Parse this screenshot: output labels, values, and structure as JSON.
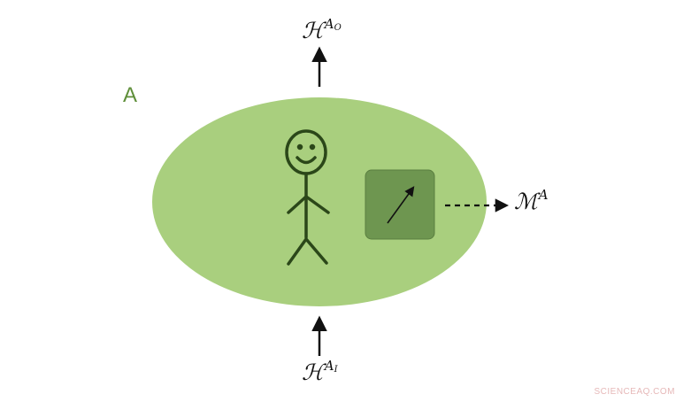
{
  "diagram": {
    "region_label": "A",
    "output_label": {
      "symbol": "ℋ",
      "sup": "A",
      "sub": "O"
    },
    "input_label": {
      "symbol": "ℋ",
      "sup": "A",
      "sub": "I"
    },
    "measurement_label": {
      "symbol": "ℳ",
      "sup": "A"
    },
    "colors": {
      "region_fill": "#a9cf7e",
      "region_text": "#5f8f3a",
      "agent_stroke": "#2b4719",
      "device_fill": "#6e9650",
      "device_border": "#5a7f40",
      "arrows": "#111111"
    },
    "icons": {
      "agent": "stick-figure-icon",
      "device": "measuring-device-icon"
    }
  },
  "watermark": "SCIENCEAQ.COM"
}
